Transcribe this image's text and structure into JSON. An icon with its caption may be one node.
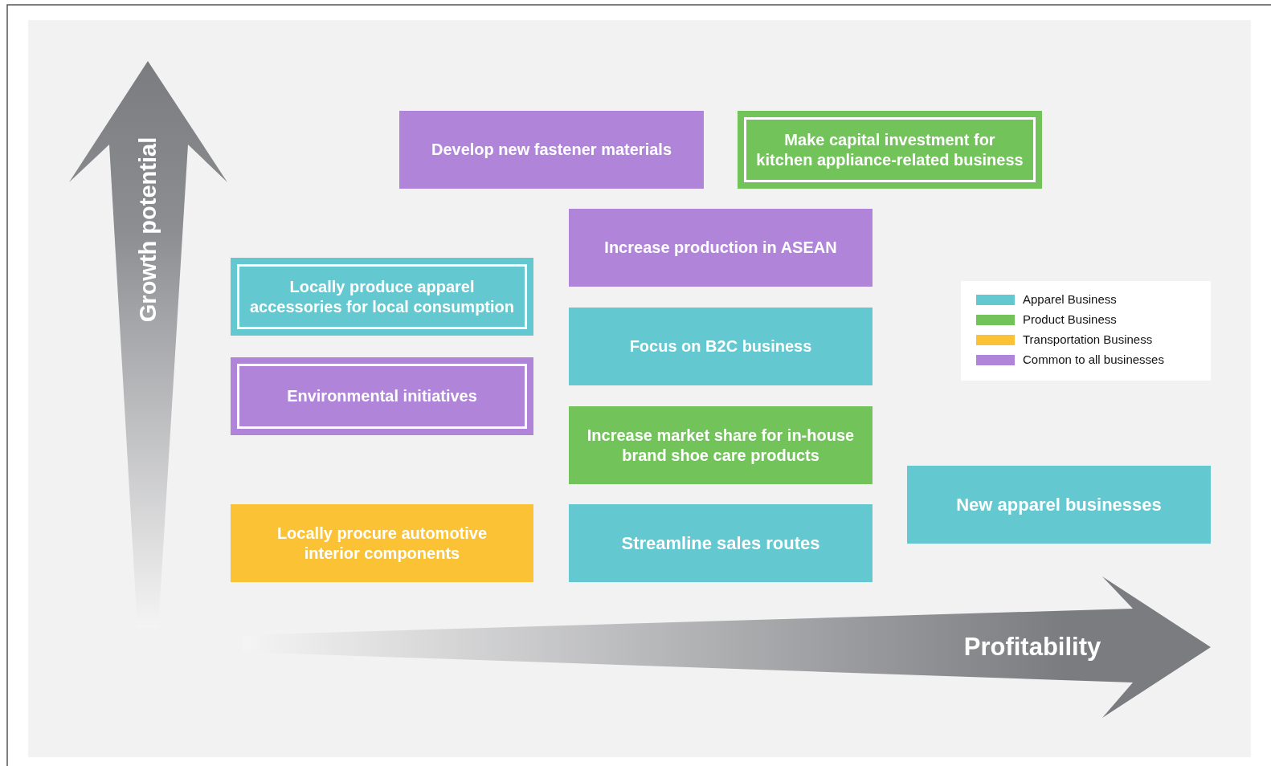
{
  "diagram": {
    "nodes": [
      {
        "text": [
          "Develop new fastener materials"
        ]
      },
      {
        "text": [
          "Make capital investment for kitchen appliance-related business"
        ]
      },
      {
        "text": [
          "Increase production in ASEAN"
        ]
      },
      {
        "text": [
          "Locally produce apparel accessories for local consumption"
        ]
      },
      {
        "text": [
          "Focus on B2C business"
        ]
      },
      {
        "text": [
          "Environmental initiatives"
        ]
      },
      {
        "text": [
          "Increase market share for in-house brand shoe care products"
        ]
      },
      {
        "text": [
          "Locally procure automotive interior components"
        ]
      },
      {
        "text": [
          "Streamline sales routes"
        ]
      },
      {
        "text": [
          "New apparel businesses"
        ]
      }
    ],
    "labels": [
      "Growth potential",
      "Profitability"
    ],
    "legend": [
      {
        "text": "Apparel Business",
        "color": "#63c8d0"
      },
      {
        "text": "Product Business",
        "color": "#72c35a"
      },
      {
        "text": "Transportation Business",
        "color": "#fbc236"
      },
      {
        "text": "Common to all businesses",
        "color": "#b085d9"
      }
    ]
  }
}
